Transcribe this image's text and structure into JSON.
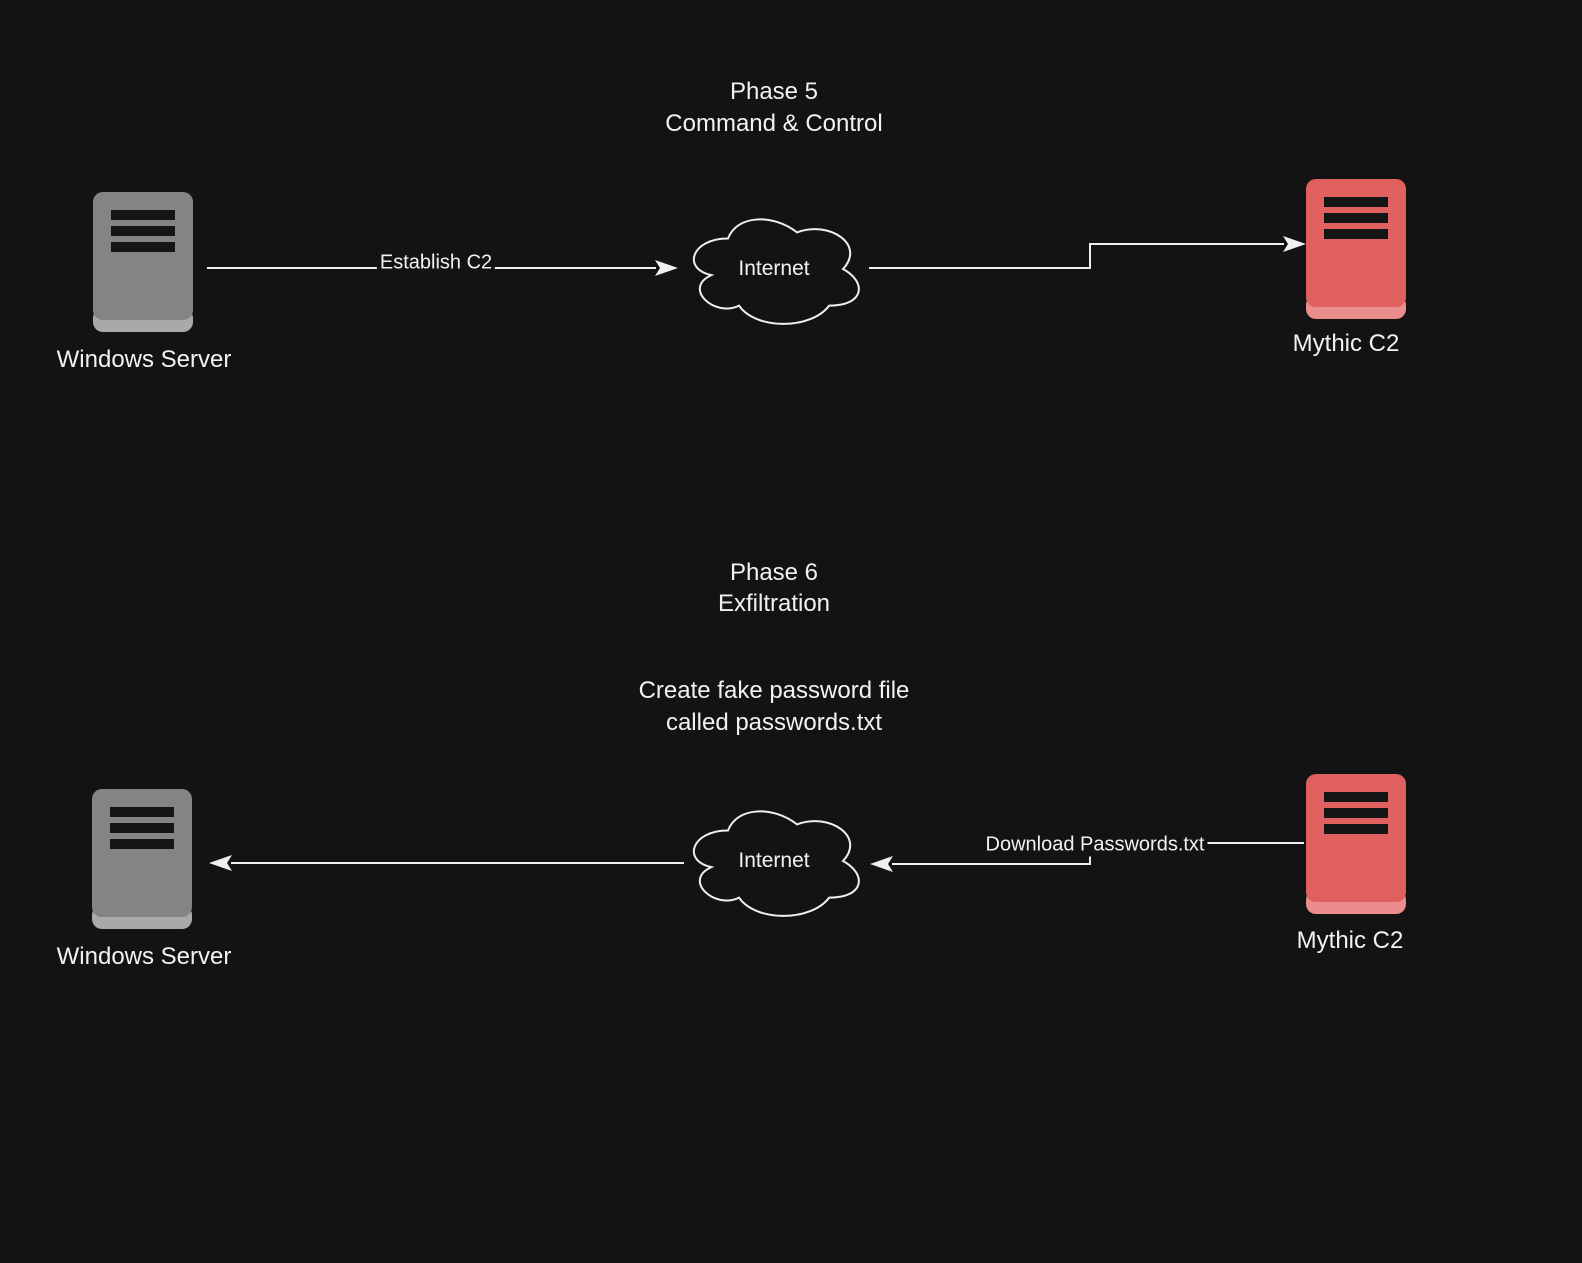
{
  "diagram": {
    "phase5": {
      "title_line1": "Phase 5",
      "title_line2": "Command & Control",
      "windows_server_label": "Windows Server",
      "internet_label": "Internet",
      "mythic_label": "Mythic C2",
      "edge_establish_label": "Establish C2"
    },
    "phase6": {
      "title_line1": "Phase 6",
      "title_line2": "Exfiltration",
      "note_line1": "Create fake password file",
      "note_line2": "called passwords.txt",
      "windows_server_label": "Windows Server",
      "internet_label": "Internet",
      "mythic_label": "Mythic C2",
      "edge_download_label": "Download Passwords.txt"
    },
    "colors": {
      "background": "#131313",
      "line": "#f0f0f0",
      "text": "#f2f2f2",
      "windows_server_body": "#848484",
      "windows_server_base": "#a9a9a9",
      "mythic_server_body": "#e0605f",
      "mythic_server_base": "#eb8d8c",
      "server_slots": "#151515"
    }
  }
}
